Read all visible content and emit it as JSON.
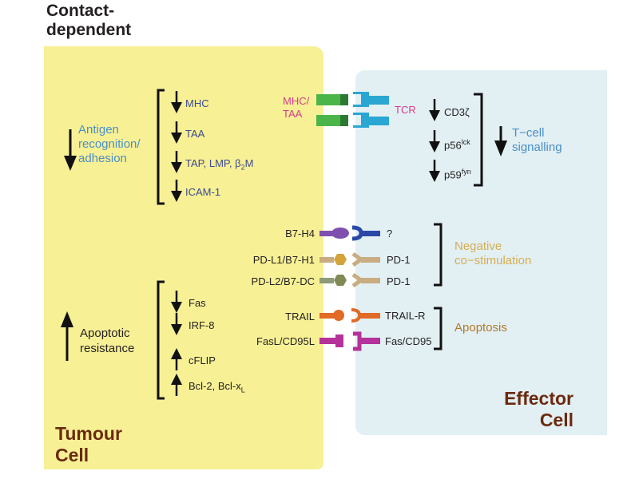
{
  "header": {
    "title_line1": "Contact-",
    "title_line2": "dependent"
  },
  "tumour_cell": {
    "name_line1": "Tumour",
    "name_line2": "Cell",
    "color": "#f7f095",
    "antigen_group": {
      "label_line1": "Antigen",
      "label_line2": "recognition/",
      "label_line3": "adhesion",
      "direction": "down",
      "items": [
        {
          "label": "MHC",
          "direction": "down"
        },
        {
          "label": "TAA",
          "direction": "down"
        },
        {
          "label": "TAP, LMP, β",
          "sub": "2",
          "suffix": "M",
          "direction": "down"
        },
        {
          "label": "ICAM-1",
          "direction": "down"
        }
      ]
    },
    "apoptotic_group": {
      "label_line1": "Apoptotic",
      "label_line2": "resistance",
      "direction": "up",
      "items": [
        {
          "label": "Fas",
          "direction": "down"
        },
        {
          "label": "IRF-8",
          "direction": "down"
        },
        {
          "label": "cFLIP",
          "direction": "up"
        },
        {
          "label": "Bcl-2, Bcl-x",
          "sub": "L",
          "direction": "up"
        }
      ]
    },
    "ligands": {
      "mhc_taa_line1": "MHC/",
      "mhc_taa_line2": "TAA",
      "b7h4": "B7-H4",
      "pdl1": "PD-L1/B7-H1",
      "pdl2": "PD-L2/B7-DC",
      "trail": "TRAIL",
      "fasl": "FasL/CD95L"
    }
  },
  "effector_cell": {
    "name_line1": "Effector",
    "name_line2": "Cell",
    "color": "#e2eff3",
    "receptors": {
      "tcr": "TCR",
      "unknown": "?",
      "pd1_a": "PD-1",
      "pd1_b": "PD-1",
      "trailr": "TRAIL-R",
      "fas": "Fas/CD95"
    },
    "signalling_group": {
      "label_line1": "T−cell",
      "label_line2": "signalling",
      "direction": "down",
      "items": [
        {
          "label": "CD3ζ",
          "direction": "down"
        },
        {
          "label": "p56",
          "sup": "lck",
          "direction": "down"
        },
        {
          "label": "p59",
          "sup": "fyn",
          "direction": "down"
        }
      ]
    },
    "groups": {
      "negative_line1": "Negative",
      "negative_line2": "co−stimulation",
      "apoptosis": "Apoptosis"
    }
  },
  "colors": {
    "mhc_green": "#4cb54a",
    "tcr_blue": "#2aa6d2",
    "b7h4_purple": "#7f4fb0",
    "receptor_blue": "#2b48a8",
    "pd_tan": "#c9ac7f",
    "pdl1_gold": "#d3a43a",
    "pdl2_olive": "#7f8a55",
    "trail_orange": "#e06a26",
    "fas_magenta": "#b4329a"
  }
}
